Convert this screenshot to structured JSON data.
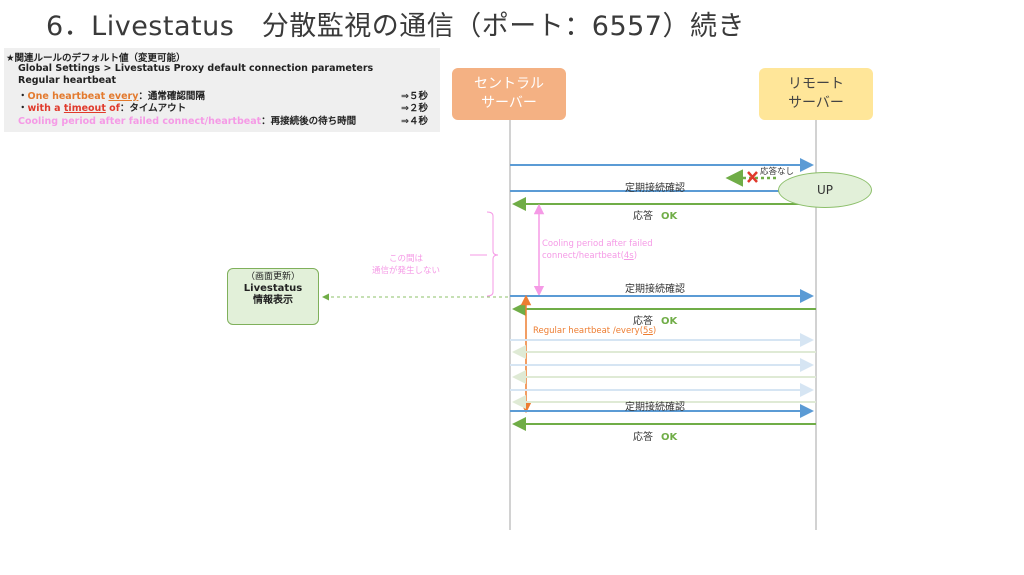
{
  "title": "6．Livestatus　分散監視の通信（ポート：6557）続き",
  "rules": {
    "heading": "★関連ルールのデフォルト値（変更可能）",
    "path": "Global Settings > Livestatus Proxy default connection parameters",
    "subheading": "Regular heartbeat",
    "line1_prefix": "・",
    "line1_orange": "One heartbeat ",
    "line1_underlined": "every",
    "line1_suffix": "：通常確認間隔",
    "line1_value": "⇒５秒",
    "line2_prefix": "・",
    "line2_red1": "with a ",
    "line2_underlined": "timeout",
    "line2_red2": " of",
    "line2_suffix": "：タイムアウト",
    "line2_value": "⇒２秒",
    "line3_pink": "Cooling period after failed connect/heartbeat",
    "line3_suffix": "：再接続後の待ち時間",
    "line3_value": "⇒４秒"
  },
  "central": {
    "line1": "セントラル",
    "line2": "サーバー"
  },
  "remote": {
    "line1": "リモート",
    "line2": "サーバー"
  },
  "no_response": "応答なし",
  "up_label": "UP",
  "check_label": "定期接続確認",
  "response_label": "応答",
  "ok_label": "OK",
  "cooling_note": {
    "line1": "Cooling period after failed",
    "line2": "connect/heartbeat(",
    "seconds": "4s",
    "close": ")"
  },
  "no_comm_note": {
    "line1": "この間は",
    "line2": "通信が発生しない"
  },
  "regular_note": {
    "prefix": "Regular heartbeat /every(",
    "seconds": "5s",
    "close": ")"
  },
  "screen_box": {
    "line1": "（画面更新）",
    "line2": "Livestatus",
    "line3": "情報表示"
  },
  "colors": {
    "blue": "#5b9bd5",
    "green": "#70ad47",
    "orange_box": "#f4b183",
    "yellow_box": "#ffe699",
    "pink": "#f59ae6",
    "orange": "#ed7d31",
    "red": "#e03a2c",
    "light_blue": "#d6e5f3",
    "light_green": "#dfead5"
  }
}
